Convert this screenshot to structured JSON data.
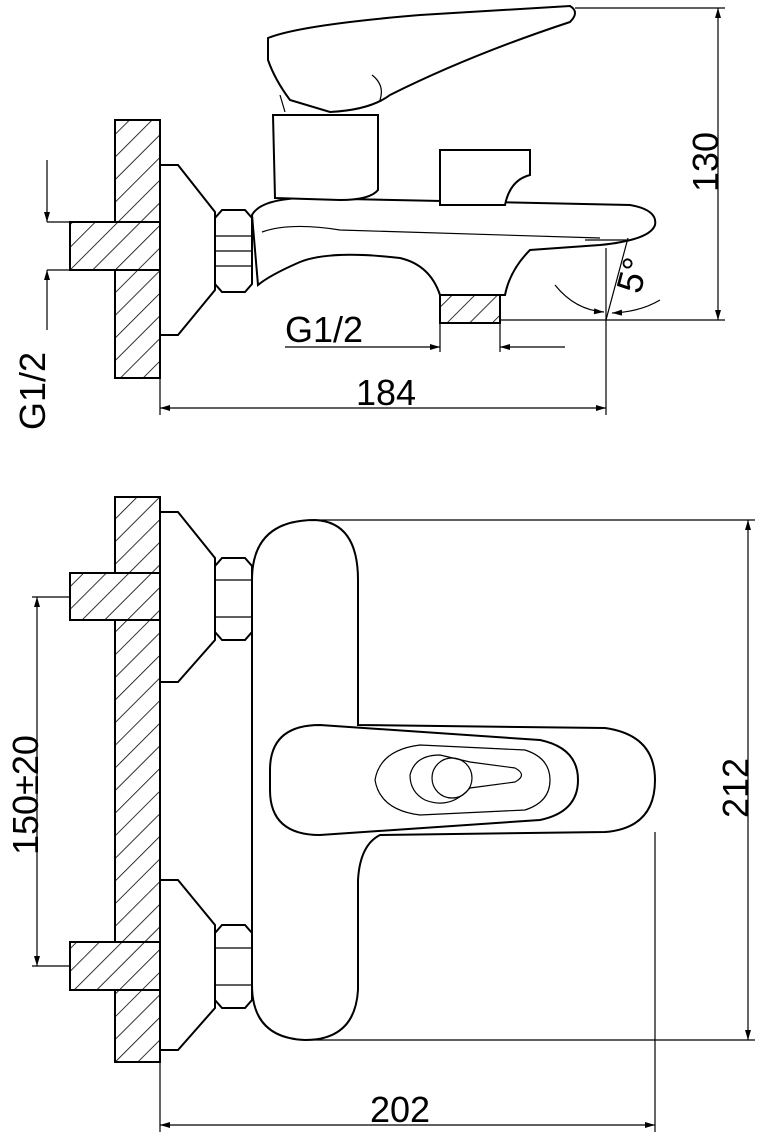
{
  "drawing": {
    "side_view": {
      "height_label": "130",
      "inlet_thread_label": "G1/2",
      "outlet_thread_label": "G1/2",
      "angle_label": "5°",
      "length_label": "184"
    },
    "front_view": {
      "center_distance_label": "150±20",
      "height_label": "212",
      "length_label": "202"
    }
  }
}
